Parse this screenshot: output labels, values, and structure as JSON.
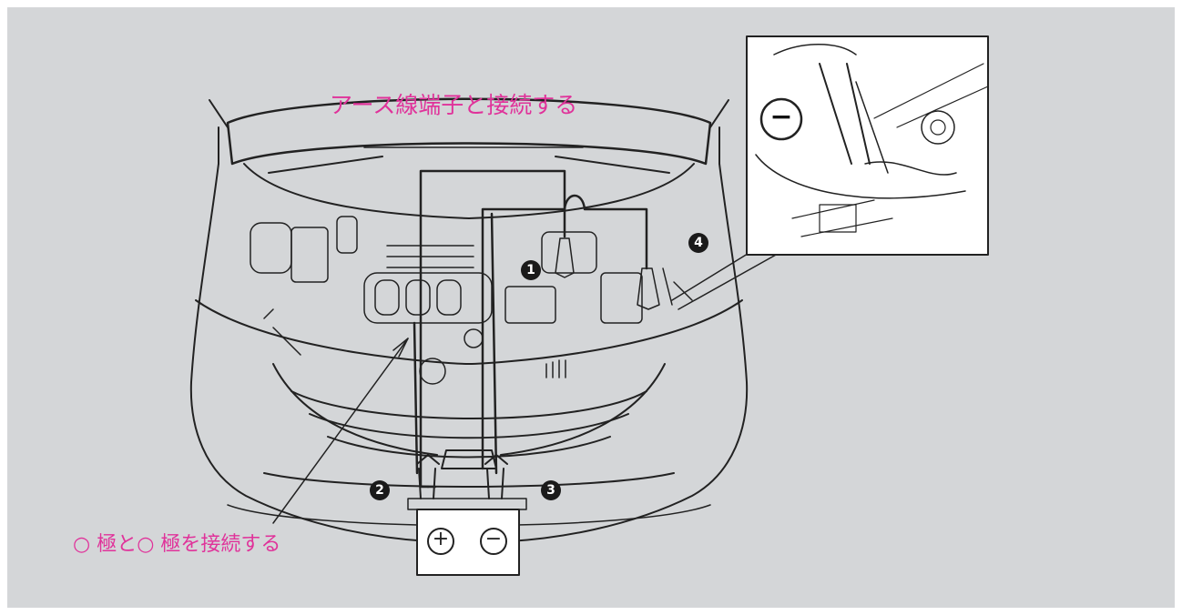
{
  "labels": {
    "earth_terminal": "アース線端子と接続する",
    "connect_poles": "○ 極と○ 極を接続する"
  },
  "battery": {
    "positive_symbol": "+",
    "negative_symbol": "−"
  },
  "inset": {
    "terminal_symbol": "−"
  },
  "callouts": [
    "1",
    "2",
    "3",
    "4"
  ],
  "colors": {
    "label_text": "#e0329a",
    "panel_background": "#d4d6d8",
    "line": "#222222"
  }
}
